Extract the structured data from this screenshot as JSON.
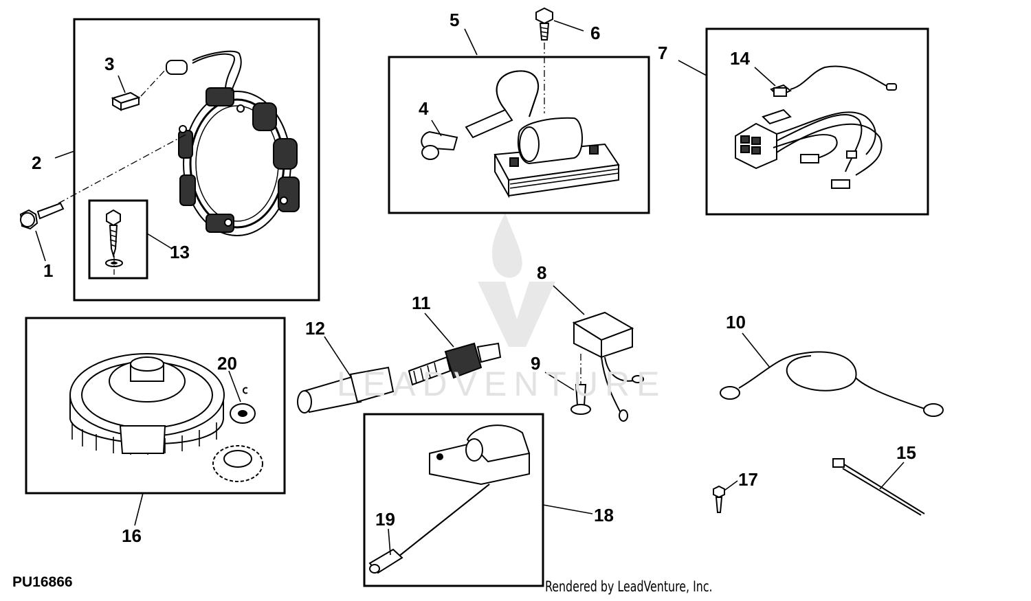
{
  "figure_id": "PU16866",
  "credit": "Rendered by LeadVenture, Inc.",
  "watermark": "LEADVENTURE",
  "callouts": {
    "c1": "1",
    "c2": "2",
    "c3": "3",
    "c4": "4",
    "c5": "5",
    "c6": "6",
    "c7": "7",
    "c8": "8",
    "c9": "9",
    "c10": "10",
    "c11": "11",
    "c12": "12",
    "c13": "13",
    "c14": "14",
    "c15": "15",
    "c16": "16",
    "c17": "17",
    "c18": "18",
    "c19": "19",
    "c20": "20"
  }
}
